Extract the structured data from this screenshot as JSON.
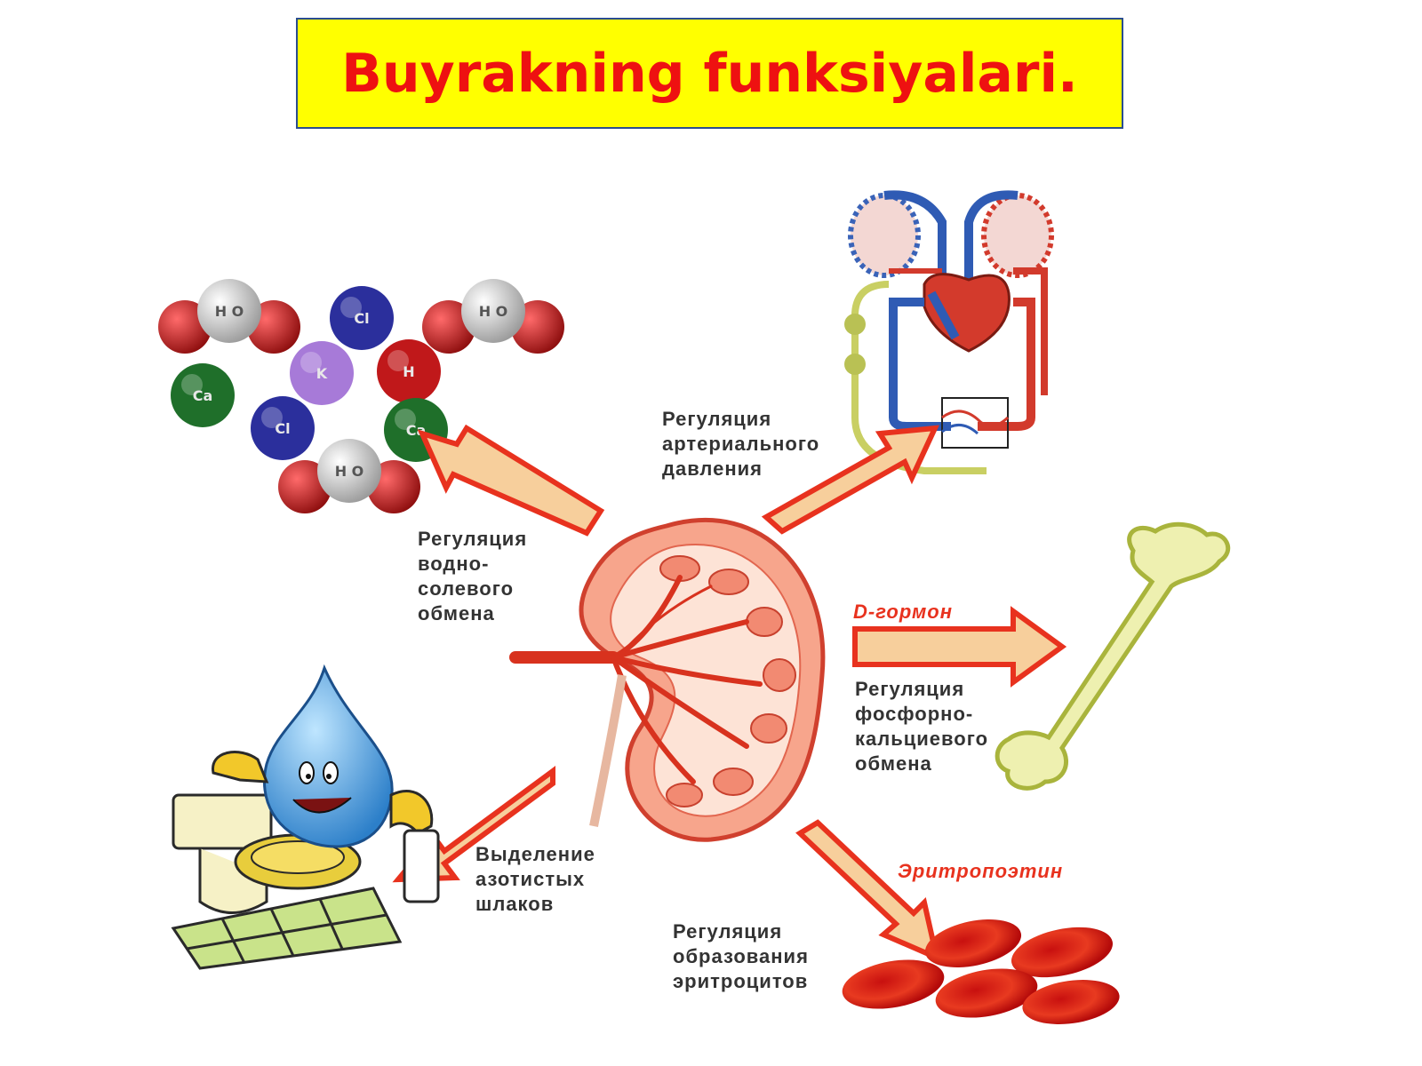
{
  "title": "Buyrakning funksiyalari.",
  "labels": {
    "water_salt": [
      "Регуляция",
      "водно-",
      "солевого",
      "обмена"
    ],
    "blood_pressure": [
      "Регуляция",
      "артериального",
      "давления"
    ],
    "phosphorus_calcium": [
      "Регуляция",
      "фосфорно-",
      "кальциевого",
      "обмена"
    ],
    "nitrogen_waste": [
      "Выделение",
      "азотистых",
      "шлаков"
    ],
    "erythrocytes": [
      "Регуляция",
      "образования",
      "эритроцитов"
    ]
  },
  "tags": {
    "d_hormone": "D-гормон",
    "erythropoietin": "Эритропоэтин"
  },
  "molecules": [
    {
      "kind": "water",
      "text": "H O"
    },
    {
      "kind": "ion",
      "text": "Cl",
      "color": "#2b2f9c"
    },
    {
      "kind": "water",
      "text": "H O"
    },
    {
      "kind": "ion",
      "text": "K",
      "color": "#a77ad8"
    },
    {
      "kind": "ion",
      "text": "H",
      "color": "#c0181a"
    },
    {
      "kind": "ion",
      "text": "Ca",
      "color": "#1f6f2a"
    },
    {
      "kind": "ion",
      "text": "Cl",
      "color": "#2b2f9c"
    },
    {
      "kind": "ion",
      "text": "Ca",
      "color": "#1f6f2a"
    },
    {
      "kind": "water",
      "text": "H O"
    }
  ],
  "colors": {
    "title_bg": "#ffff00",
    "title_text": "#ee1111",
    "arrow_fill": "#f7cf9c",
    "arrow_stroke": "#e8321e",
    "label_text": "#333333",
    "tag_text": "#e8321e"
  }
}
